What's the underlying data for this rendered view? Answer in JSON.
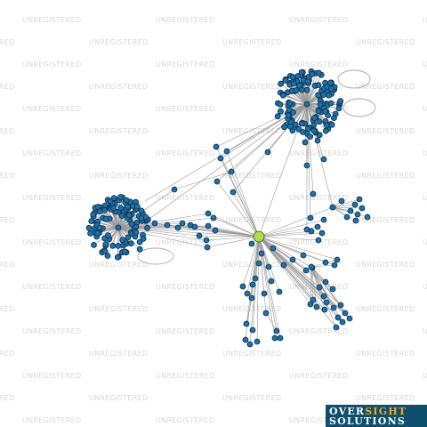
{
  "watermark": {
    "text": "UNREGISTERED"
  },
  "logo": {
    "line1_a": "OVER",
    "line1_b": "SIGHT",
    "line2": "SOLUTIONS"
  },
  "colors": {
    "node_fill": "#1f6fa8",
    "node_stroke": "#0b2f4a",
    "focus_fill": "#a8e04a",
    "focus_stroke": "#2f5a10",
    "edge": "#9a9a9a",
    "watermark": "#d9d9d9",
    "logo_bg": "#0e4f6e",
    "logo_accent": "#f5a623"
  }
}
